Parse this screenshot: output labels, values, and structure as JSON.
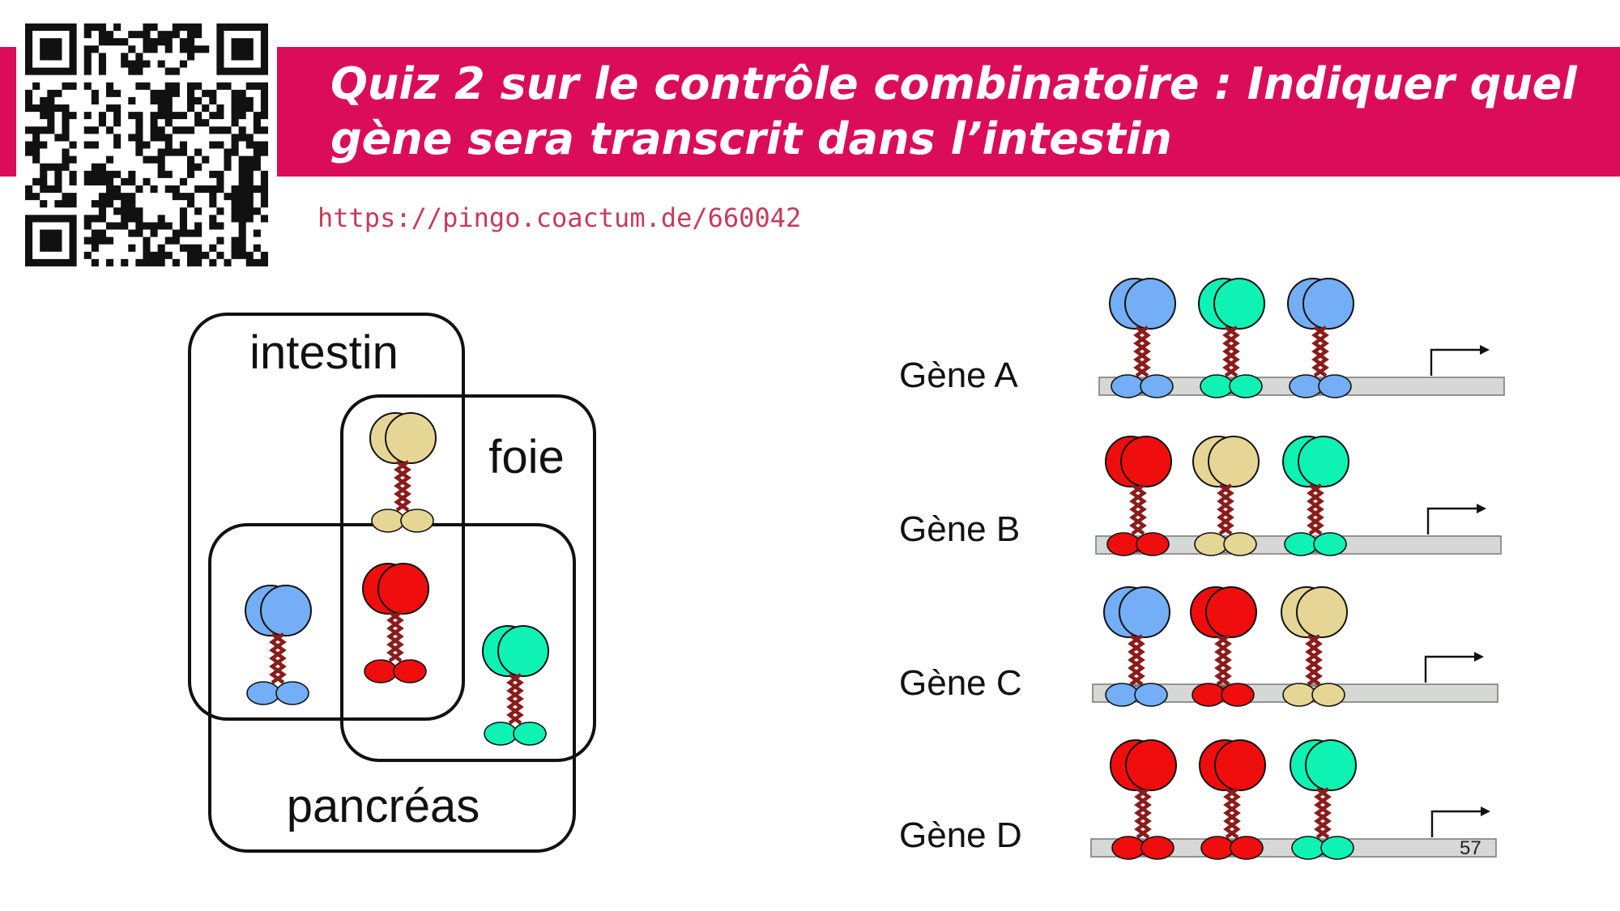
{
  "slide": {
    "title": "Quiz 2 sur le contrôle combinatoire : Indiquer quel gène sera transcrit dans l’intestin",
    "url": "https://pingo.coactum.de/660042",
    "page_number": "57"
  },
  "colors": {
    "banner": "#db0d5b",
    "blue_factor": "#73aef7",
    "teal_factor": "#0ef2b3",
    "beige_factor": "#e6d696",
    "red_factor": "#f00d0d",
    "linker": "#8a1c1c",
    "dna": "#d6d8d6"
  },
  "venn": {
    "intestin": "intestin",
    "foie": "foie",
    "pancreas": "pancréas"
  },
  "genes": [
    {
      "label": "Gène A",
      "factors": [
        "blue",
        "teal",
        "blue"
      ]
    },
    {
      "label": "Gène B",
      "factors": [
        "red",
        "beige",
        "teal"
      ]
    },
    {
      "label": "Gène C",
      "factors": [
        "blue",
        "red",
        "beige"
      ]
    },
    {
      "label": "Gène D",
      "factors": [
        "red",
        "red",
        "teal"
      ]
    }
  ]
}
